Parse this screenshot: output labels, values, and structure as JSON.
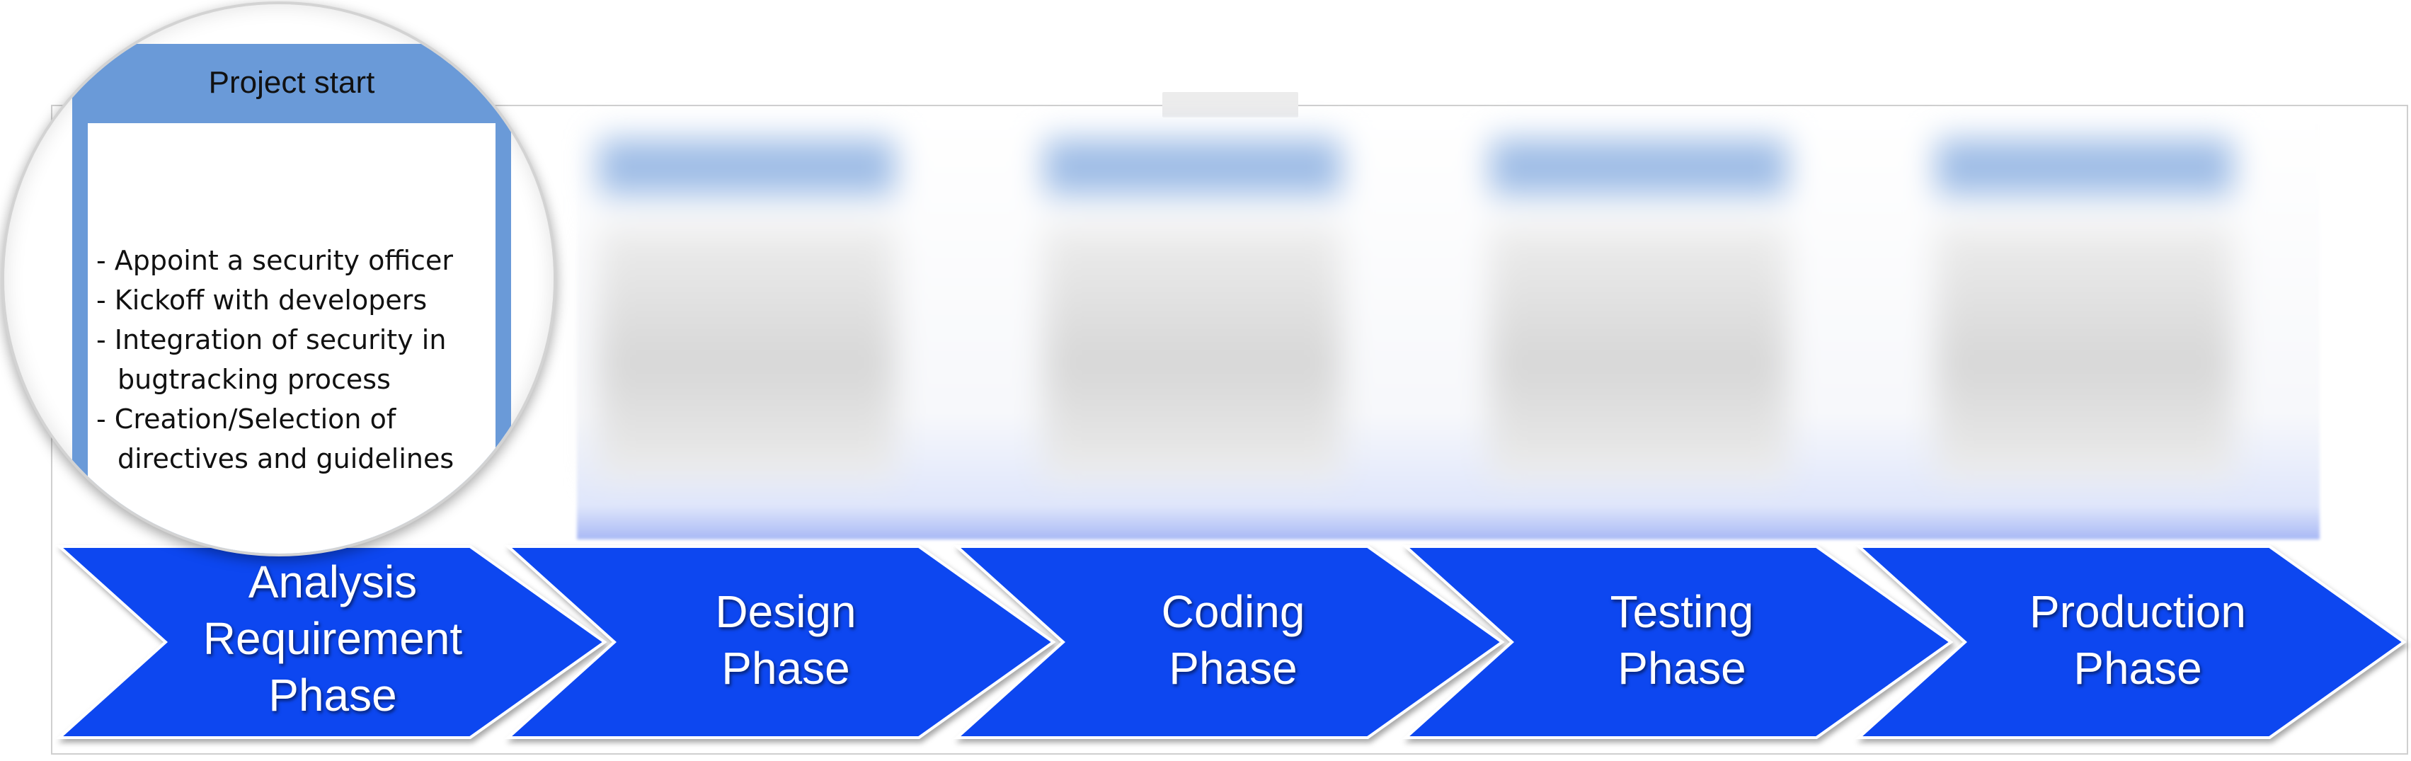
{
  "card": {
    "title": "Project start",
    "items": [
      "Appoint a security officer",
      "Kickoff with developers",
      "Integration of security in bugtracking process",
      "Creation/Selection of directives and guidelines"
    ]
  },
  "phases": [
    {
      "label": "Analysis\nRequirement\nPhase"
    },
    {
      "label": "Design\nPhase"
    },
    {
      "label": "Coding\nPhase"
    },
    {
      "label": "Testing\nPhase"
    },
    {
      "label": "Production\nPhase"
    }
  ],
  "colors": {
    "arrow": "#0a46f0",
    "card_header": "#6a9ad8"
  }
}
